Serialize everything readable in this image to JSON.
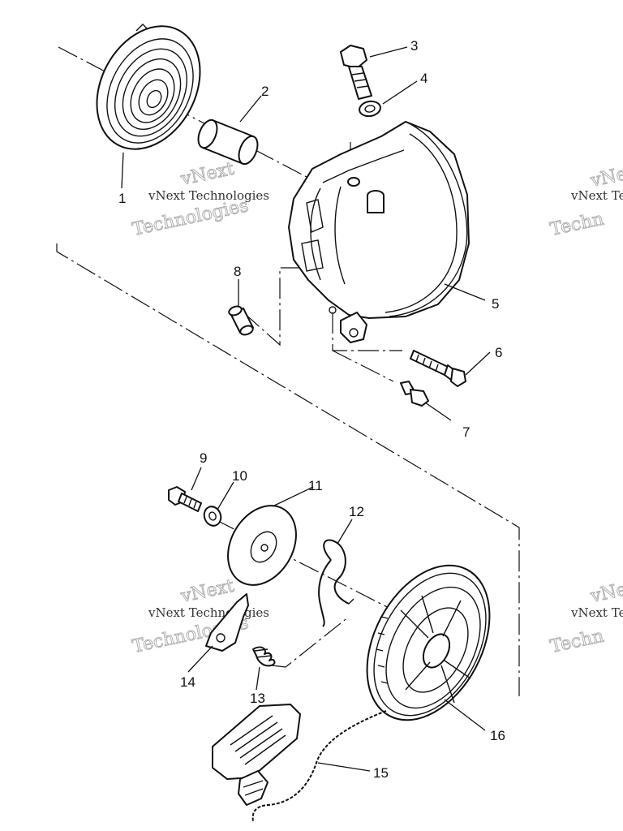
{
  "watermark": {
    "company_line": "vNext Technologies",
    "outline_top": "vNext",
    "outline_bottom": "Technologies",
    "partial_line": "vNext Te",
    "partial_outline_top": "vNext",
    "partial_outline_bottom": "Techn"
  },
  "callouts": [
    "1",
    "2",
    "3",
    "4",
    "5",
    "6",
    "7",
    "8",
    "9",
    "10",
    "11",
    "12",
    "13",
    "14",
    "15",
    "16"
  ]
}
